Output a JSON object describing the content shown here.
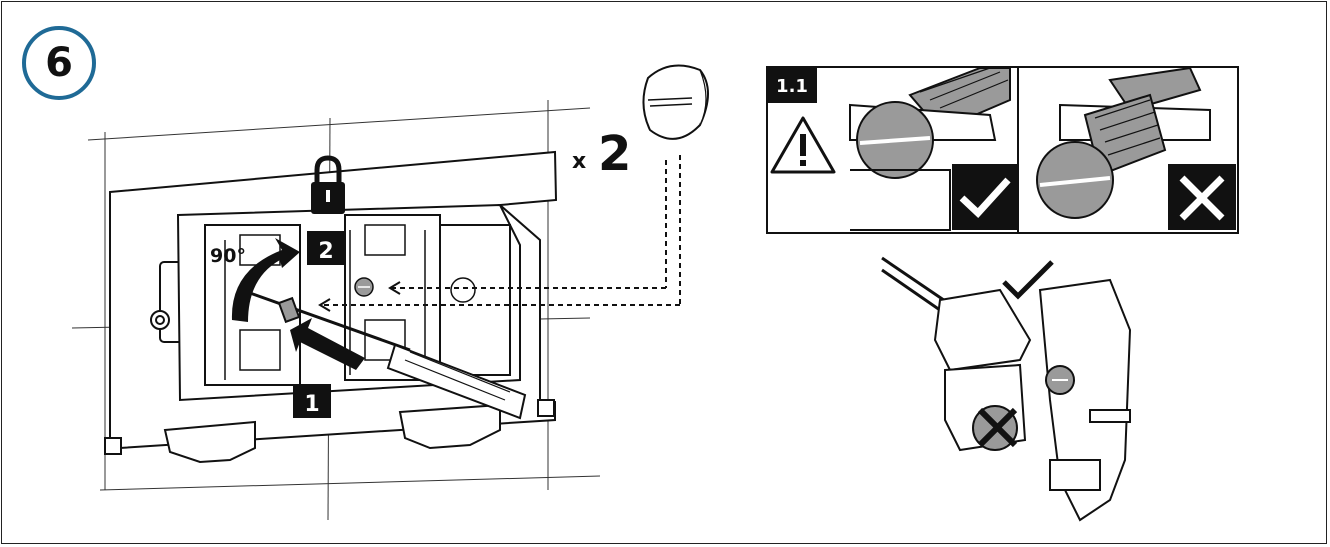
{
  "step": {
    "number": "6"
  },
  "main_figure": {
    "angle_label": "90°",
    "step1_label": "1",
    "step2_label": "2",
    "quantity_prefix": "x",
    "quantity_value": "2"
  },
  "inset": {
    "label": "1.1"
  },
  "colors": {
    "step_ring": "#1f6a96",
    "line": "#111111",
    "fill_gray": "#9a9a9a"
  }
}
